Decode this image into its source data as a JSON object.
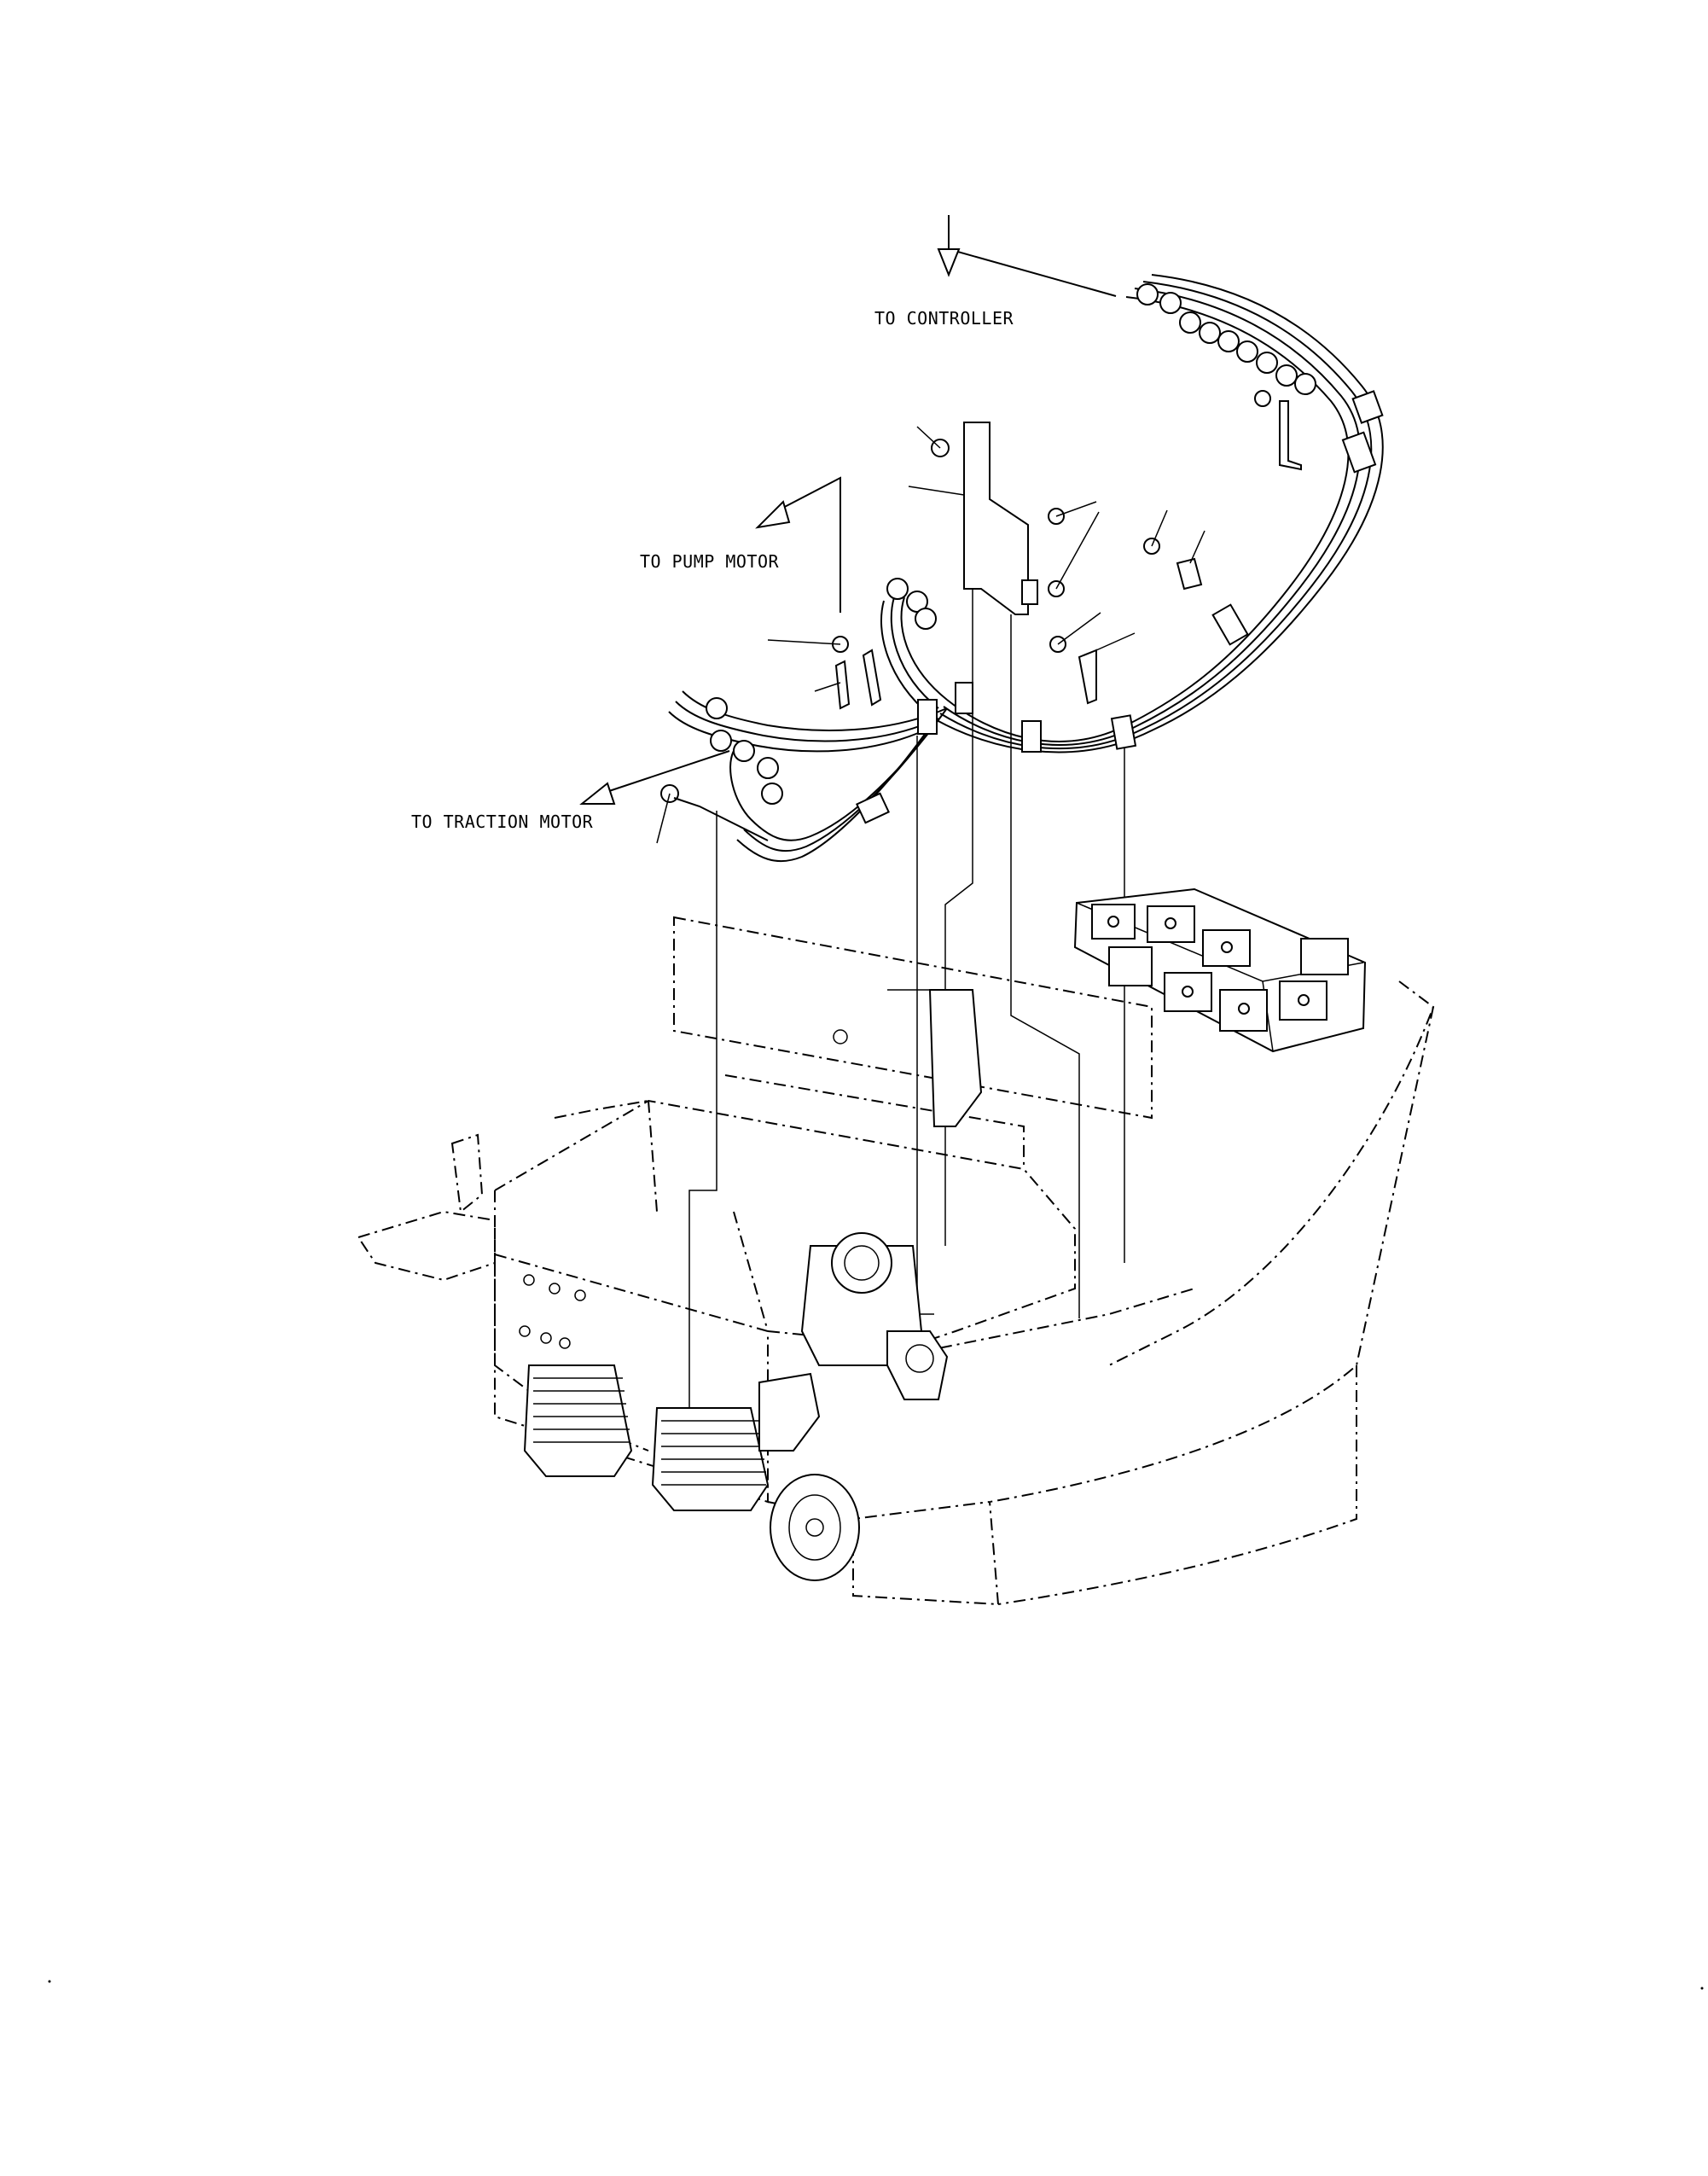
{
  "labels": {
    "controller": "TO CONTROLLER",
    "pump_motor": "TO PUMP MOTOR",
    "traction_motor": "TO TRACTION MOTOR"
  },
  "colors": {
    "ink": "#000000",
    "paper": "#ffffff"
  }
}
